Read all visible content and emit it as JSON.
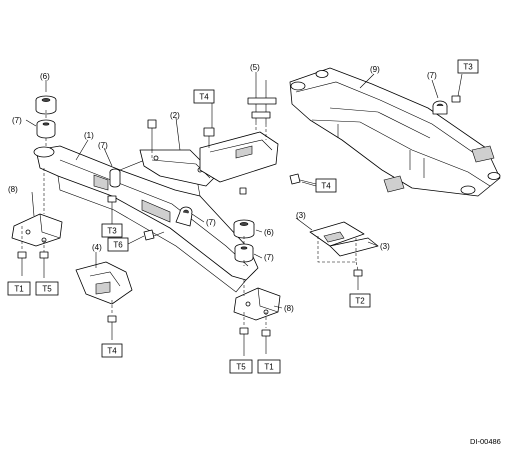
{
  "callouts": {
    "c1": "(1)",
    "c2": "(2)",
    "c3a": "(3)",
    "c3b": "(3)",
    "c4": "(4)",
    "c5": "(5)",
    "c6a": "(6)",
    "c6b": "(6)",
    "c7a": "(7)",
    "c7b": "(7)",
    "c7c": "(7)",
    "c7d": "(7)",
    "c7e": "(7)",
    "c8a": "(8)",
    "c8b": "(8)",
    "c9": "(9)"
  },
  "tags": {
    "t1a": "T1",
    "t1b": "T1",
    "t2": "T2",
    "t3a": "T3",
    "t3b": "T3",
    "t4a": "T4",
    "t4b": "T4",
    "t4c": "T4",
    "t5a": "T5",
    "t5b": "T5",
    "t6": "T6"
  },
  "figure_code": "DI-00486"
}
